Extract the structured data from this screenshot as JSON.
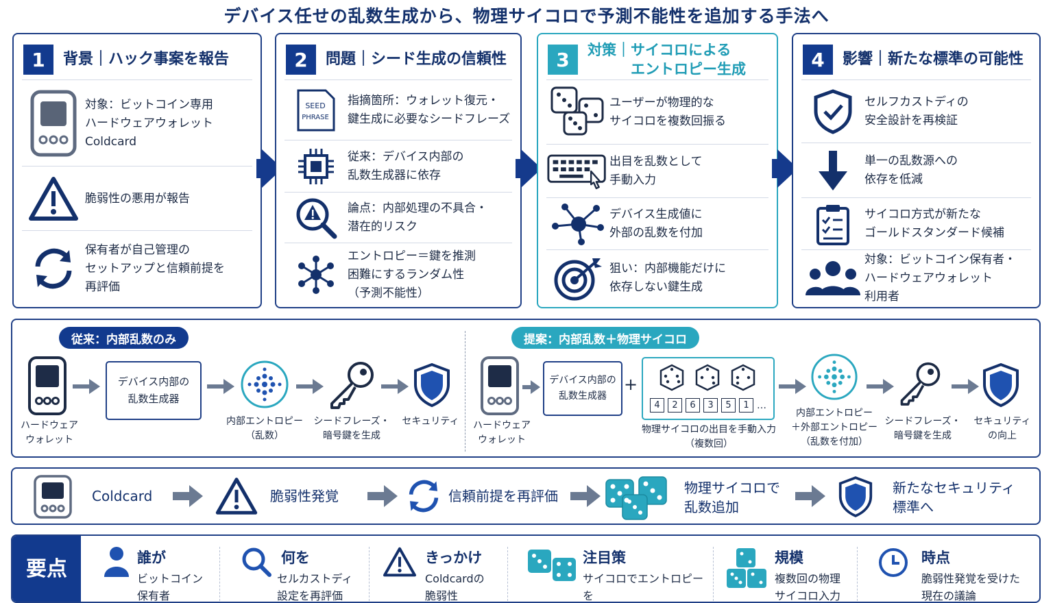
{
  "title": "デバイス任せの乱数生成から、物理サイコロで予測不能性を追加する手法へ",
  "panels": [
    {
      "num": "1",
      "title": "背景｜ハック事案を報告",
      "rows": [
        {
          "icon": "hardware-wallet-icon",
          "text": "対象：ビットコイン専用\nハードウェアウォレット\nColdcard"
        },
        {
          "icon": "warning-icon",
          "text": "脆弱性の悪用が報告"
        },
        {
          "icon": "refresh-icon",
          "text": "保有者が自己管理の\nセットアップと信頼前提を\n再評価"
        }
      ]
    },
    {
      "num": "2",
      "title": "問題｜シード生成の信頼性",
      "rows": [
        {
          "icon": "seed-phrase-icon",
          "text": "指摘箇所：ウォレット復元・\n鍵生成に必要なシードフレーズ"
        },
        {
          "icon": "chip-icon",
          "text": "従来：デバイス内部の\n乱数生成器に依存"
        },
        {
          "icon": "risk-search-icon",
          "text": "論点：内部処理の不具合・\n潜在的リスク"
        },
        {
          "icon": "network-icon",
          "text": "エントロピー＝鍵を推測\n困難にするランダム性\n（予測不能性）"
        }
      ]
    },
    {
      "num": "3",
      "title": "対策｜サイコロによる\n　　　エントロピー生成",
      "rows": [
        {
          "icon": "dice-icon",
          "text": "ユーザーが物理的な\nサイコロを複数回振る"
        },
        {
          "icon": "keyboard-icon",
          "text": "出目を乱数として\n手動入力"
        },
        {
          "icon": "hub-icon",
          "text": "デバイス生成値に\n外部の乱数を付加"
        },
        {
          "icon": "target-icon",
          "text": "狙い：内部機能だけに\n依存しない鍵生成"
        }
      ]
    },
    {
      "num": "4",
      "title": "影響｜新たな標準の可能性",
      "rows": [
        {
          "icon": "shield-check-icon",
          "text": "セルフカストディの\n安全設計を再検証"
        },
        {
          "icon": "down-arrow-icon",
          "text": "単一の乱数源への\n依存を低減"
        },
        {
          "icon": "checklist-icon",
          "text": "サイコロ方式が新たな\nゴールドスタンダード候補"
        },
        {
          "icon": "users-icon",
          "text": "対象：ビットコイン保有者・\nハードウェアウォレット\n利用者"
        }
      ]
    }
  ],
  "compare": {
    "left_tag": "従来：内部乱数のみ",
    "right_tag": "提案：内部乱数＋物理サイコロ",
    "left": {
      "wallet": "ハードウェア\nウォレット",
      "rng": "デバイス内部の\n乱数生成器",
      "entropy": "内部エントロピー\n（乱数）",
      "key": "シードフレーズ・\n暗号鍵を生成",
      "security": "セキュリティ"
    },
    "right": {
      "wallet": "ハードウェア\nウォレット",
      "rng": "デバイス内部の\n乱数生成器",
      "plus": "+",
      "digits": [
        "4",
        "2",
        "6",
        "3",
        "5",
        "1"
      ],
      "ellipsis": "…",
      "dice_label": "物理サイコロの出目を手動入力\n（複数回）",
      "entropy": "内部エントロピー\n＋外部エントロピー\n（乱数を付加）",
      "key": "シードフレーズ・\n暗号鍵を生成",
      "security": "セキュリティ\nの向上"
    }
  },
  "flow": {
    "coldcard": "Coldcard",
    "vuln": "脆弱性発覚",
    "reassess": "信頼前提を再評価",
    "dice": "物理サイコロで\n乱数追加",
    "standard": "新たなセキュリティ\n標準へ"
  },
  "summary": {
    "head": "要点",
    "cols": [
      {
        "h": "誰が",
        "b": "ビットコイン\n保有者"
      },
      {
        "h": "何を",
        "b": "セルカストディ\n設定を再評価"
      },
      {
        "h": "きっかけ",
        "b": "Coldcardの\n脆弱性"
      },
      {
        "h": "注目策",
        "b": "サイコロでエントロピーを\n生成・付加"
      },
      {
        "h": "規模",
        "b": "複数回の物理\nサイコロ入力"
      },
      {
        "h": "時点",
        "b": "脆弱性発覚を受けた\n現在の議論"
      }
    ]
  },
  "colors": {
    "navy": "#123a8e",
    "teal": "#2aa7bf",
    "gray_arrow": "#6b7a92"
  }
}
